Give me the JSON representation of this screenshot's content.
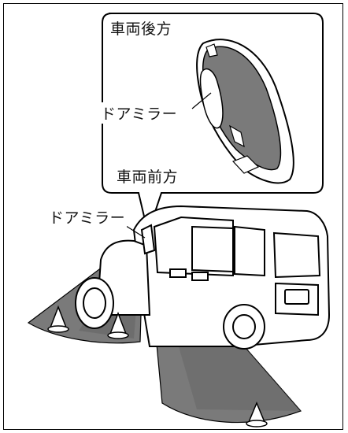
{
  "labels": {
    "callout_title": "車両後方",
    "mirror_inset": "ドアミラー",
    "vehicle_front": "車両前方",
    "mirror_main": "ドアミラー"
  },
  "colors": {
    "line": "#000000",
    "shade_dark": "#6e6e6e",
    "shade_light": "#9a9a9a",
    "paper": "#ffffff"
  }
}
